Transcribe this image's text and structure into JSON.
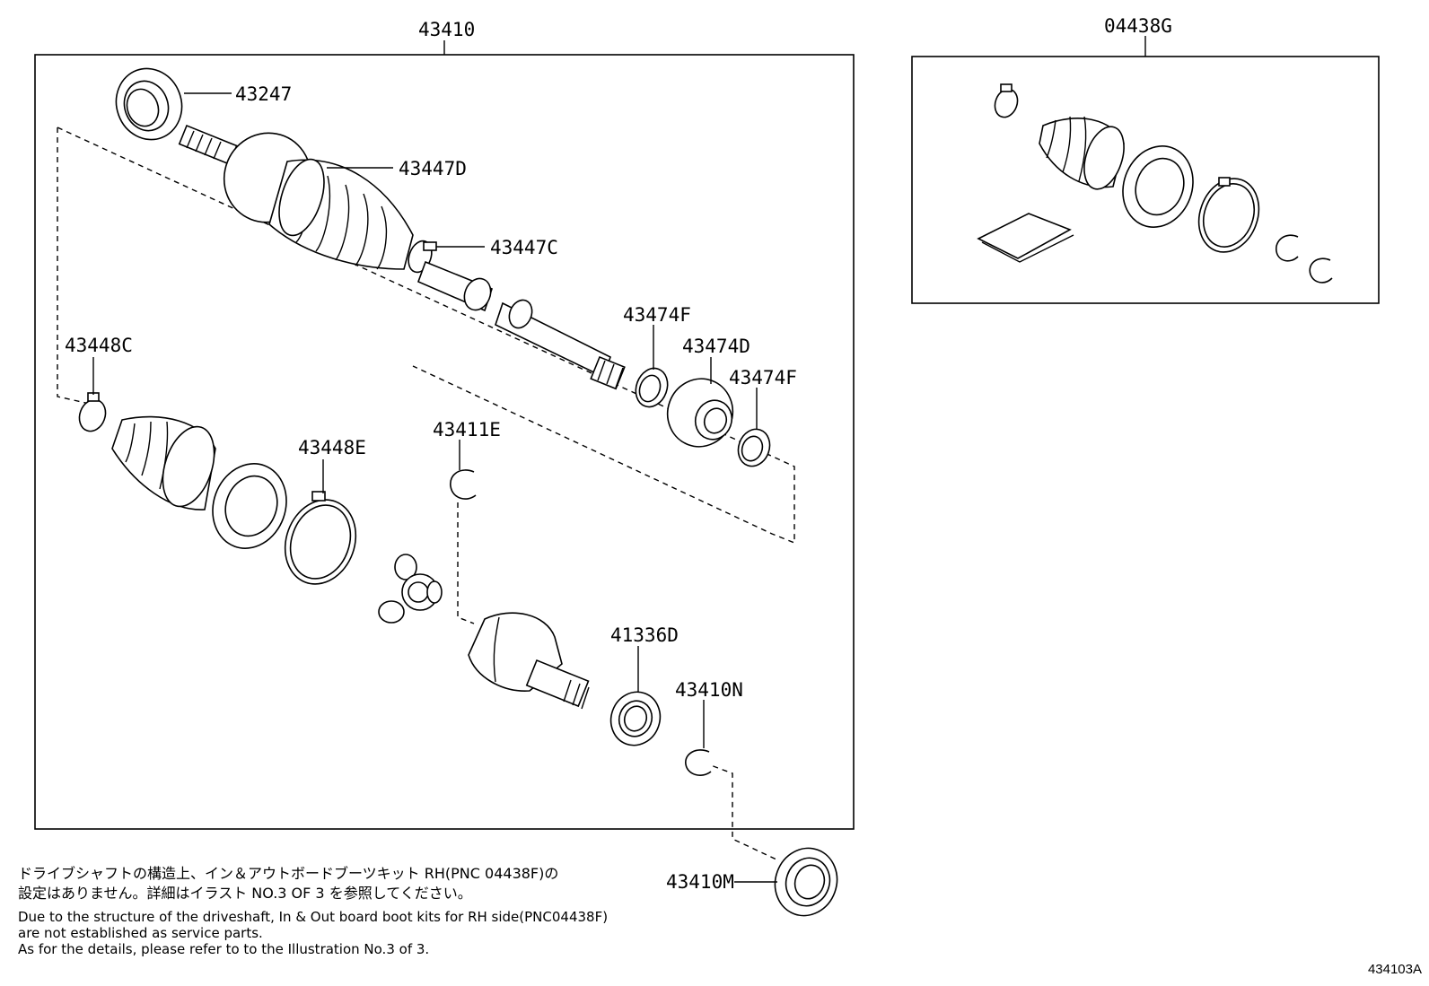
{
  "labels": {
    "l43410": "43410",
    "l04438G": "04438G",
    "l43247": "43247",
    "l43447D": "43447D",
    "l43447C": "43447C",
    "l43474F_a": "43474F",
    "l43474D": "43474D",
    "l43474F_b": "43474F",
    "l43448C": "43448C",
    "l43448E": "43448E",
    "l43411E": "43411E",
    "l41336D": "41336D",
    "l43410N": "43410N",
    "l43410M": "43410M"
  },
  "notes": {
    "jp_line1": "ドライブシャフトの構造上、イン＆アウトボードブーツキット RH(PNC 04438F)の",
    "jp_line2": "設定はありません。詳細はイラスト NO.3 OF 3 を参照してください。",
    "en_line1": "Due to the structure of the driveshaft, In & Out board  boot kits for RH side(PNC04438F)",
    "en_line2": "are not established as service parts.",
    "en_line3": "As for the details, please refer to to the Illustration No.3 of 3."
  },
  "illustration_code": "434103A"
}
